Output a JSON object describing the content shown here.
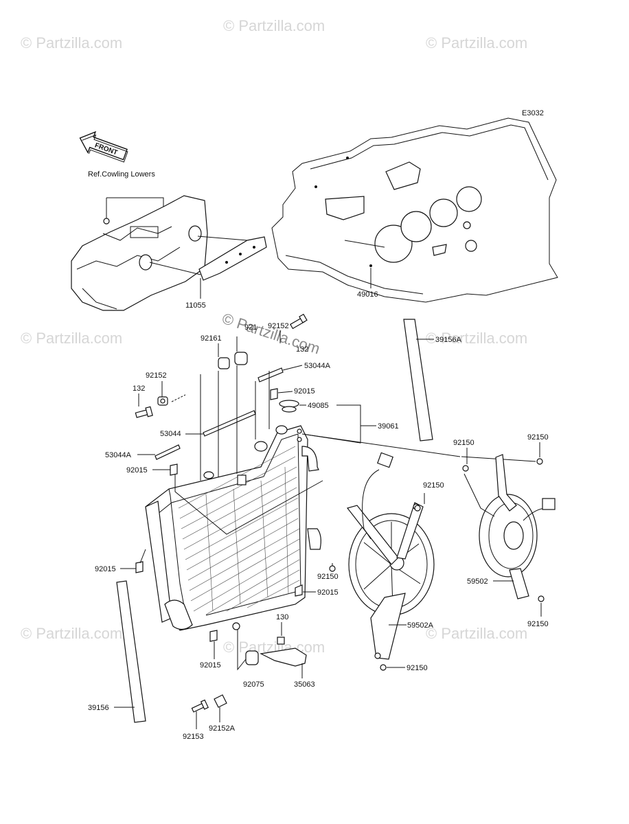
{
  "diagram": {
    "code": "E3032",
    "front_label": "FRONT",
    "ref_note": "Ref.Cowling Lowers"
  },
  "watermark": {
    "text": "© Partzilla.com"
  },
  "callouts": {
    "p11055": "11055",
    "p49016": "49016",
    "p92152_top": "92152",
    "p92161": "92161",
    "p92161_b": "921",
    "p132_top": "132",
    "p53044A_top": "53044A",
    "p92015_top": "92015",
    "p49085": "49085",
    "p39061": "39061",
    "p39156A": "39156A",
    "p92152_left": "92152",
    "p132_left": "132",
    "p53044": "53044",
    "p53044A_left": "53044A",
    "p92015_left": "92015",
    "p92150_a": "92150",
    "p92150_b": "92150",
    "p92150_c": "92150",
    "p92150_d": "92150",
    "p92150_e": "92150",
    "p92150_f": "92150",
    "p92015_low": "92015",
    "p92015_mid": "92015",
    "p59502": "59502",
    "p59502A": "59502A",
    "p130": "130",
    "p92015_bot": "92015",
    "p92075": "92075",
    "p35063": "35063",
    "p39156": "39156",
    "p92152A": "92152A",
    "p92153": "92153"
  }
}
